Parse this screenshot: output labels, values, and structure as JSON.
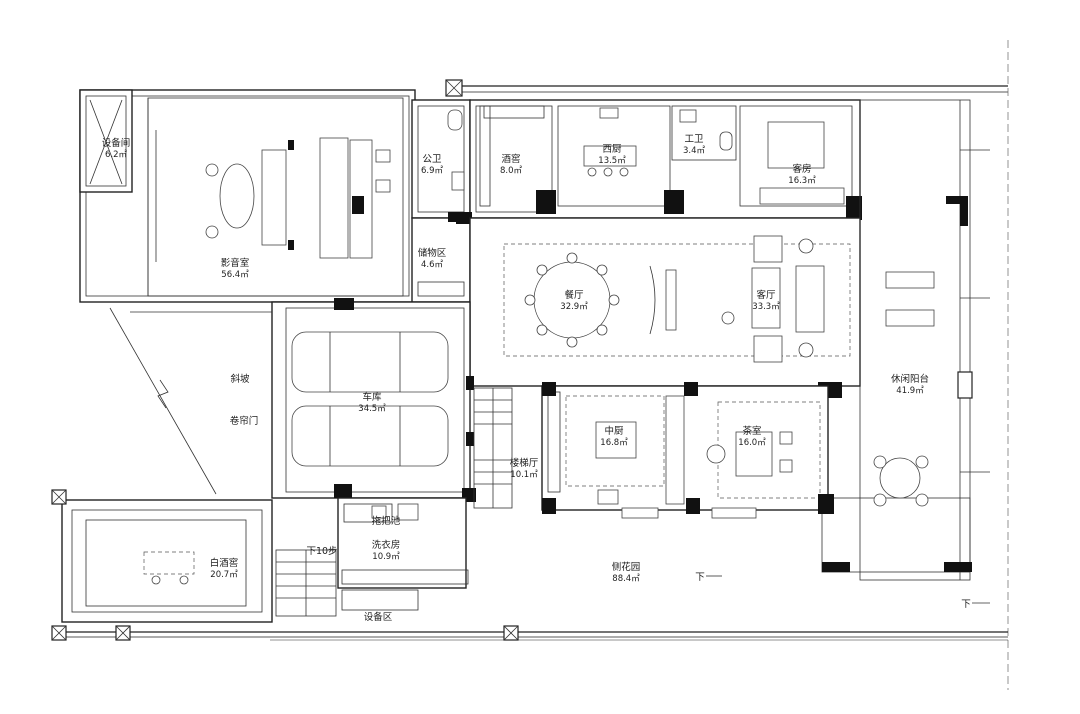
{
  "rooms": {
    "equipment_room": {
      "name": "设备间",
      "area": "6.2㎡"
    },
    "theater": {
      "name": "影音室",
      "area": "56.4㎡"
    },
    "public_wc": {
      "name": "公卫",
      "area": "6.9㎡"
    },
    "storage": {
      "name": "储物区",
      "area": "4.6㎡"
    },
    "wine_cellar": {
      "name": "酒窖",
      "area": "8.0㎡"
    },
    "western_kitchen": {
      "name": "西厨",
      "area": "13.5㎡"
    },
    "staff_wc": {
      "name": "工卫",
      "area": "3.4㎡"
    },
    "guest_room": {
      "name": "客房",
      "area": "16.3㎡"
    },
    "dining": {
      "name": "餐厅",
      "area": "32.9㎡"
    },
    "living": {
      "name": "客厅",
      "area": "33.3㎡"
    },
    "leisure_terrace": {
      "name": "休闲阳台",
      "area": "41.9㎡"
    },
    "garage": {
      "name": "车库",
      "area": "34.5㎡"
    },
    "chinese_kitchen": {
      "name": "中厨",
      "area": "16.8㎡"
    },
    "tea_room": {
      "name": "茶室",
      "area": "16.0㎡"
    },
    "stair_hall": {
      "name": "楼梯厅",
      "area": "10.1㎡"
    },
    "laundry": {
      "name": "洗衣房",
      "area": "10.9㎡"
    },
    "wine_room": {
      "name": "白酒窖",
      "area": "20.7㎡"
    },
    "side_garden": {
      "name": "侧花园",
      "area": "88.4㎡"
    }
  },
  "labels": {
    "ramp": "斜坡",
    "rolling_door": "卷帘门",
    "mop_sink": "拖把池",
    "down_steps": "下10步",
    "equipment_area": "设备区",
    "down": "下"
  }
}
